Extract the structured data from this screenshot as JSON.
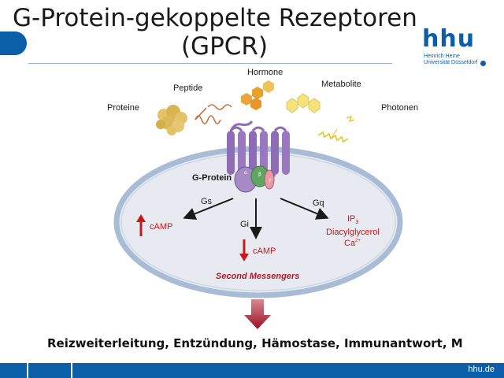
{
  "slide": {
    "title_line1": "G-Protein-gekoppelte Rezeptoren",
    "title_line2": "(GPCR)",
    "logo": {
      "word": "hhu",
      "sub1": "Heinrich Heine",
      "sub2": "Universität Düsseldorf"
    },
    "footer_text": "hhu.de",
    "bottom_text": "Reizweiterleitung, Entzündung, Hämostase, Immunantwort, M"
  },
  "diagram": {
    "ligands": {
      "proteine": "Proteine",
      "peptide": "Peptide",
      "hormone": "Hormone",
      "metabolite": "Metabolite",
      "photonen": "Photonen"
    },
    "gprotein_label": "G-Protein",
    "subunits": {
      "alpha": "α",
      "beta": "β",
      "gamma": "γ"
    },
    "pathways": {
      "gs": "Gs",
      "gi": "Gi",
      "gq": "Gq"
    },
    "camp_up": "cAMP",
    "camp_down": "cAMP",
    "gq_outputs": {
      "ip": "IP",
      "ip_sub": "3",
      "dag": "Diacylglycerol",
      "ca": "Ca",
      "ca_sup": "2+"
    },
    "second_messengers": "Second Messengers"
  },
  "colors": {
    "brand": "#0b5ea8",
    "receptor": "#8e6bb5",
    "red": "#c41a1a",
    "cell_fill": "#e7ebf1",
    "cell_border": "#a9bcd6"
  }
}
